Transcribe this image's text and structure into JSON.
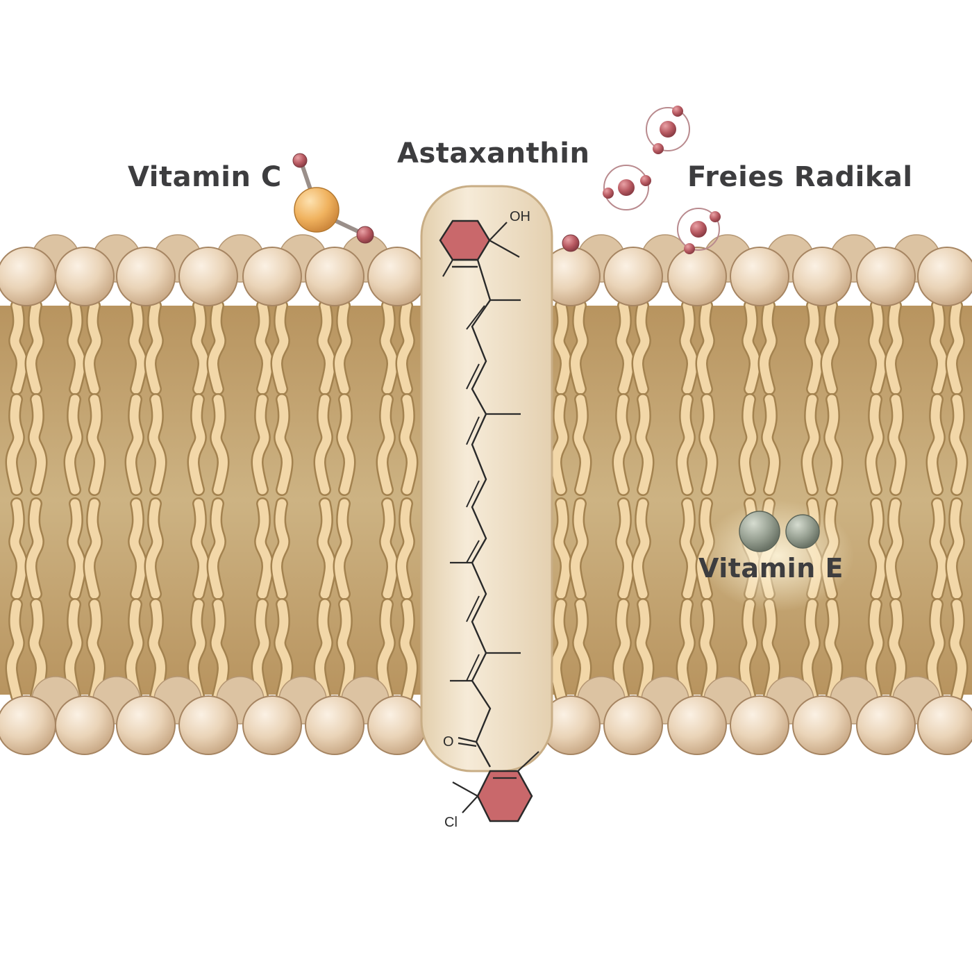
{
  "labels": {
    "vitamin_c": "Vitamin C",
    "astaxanthin": "Astaxanthin",
    "free_radical": "Freies Radikal",
    "vitamin_e": "Vitamin E"
  },
  "structure_atoms": {
    "hydroxyl": "OH",
    "ketone_oxygen": "O",
    "chlorine": "Cl"
  },
  "colors": {
    "head": "#e8d2b6",
    "tail": "#f2d7a8",
    "core": "#c9a877",
    "astaxanthin_capsule": "#f1e2c9",
    "ring": "#c9686b",
    "vitamin_c": "#f0b25e",
    "radical": "#b85a62",
    "vitamin_e": "#97a092",
    "label_text": "#3d3d3f"
  }
}
